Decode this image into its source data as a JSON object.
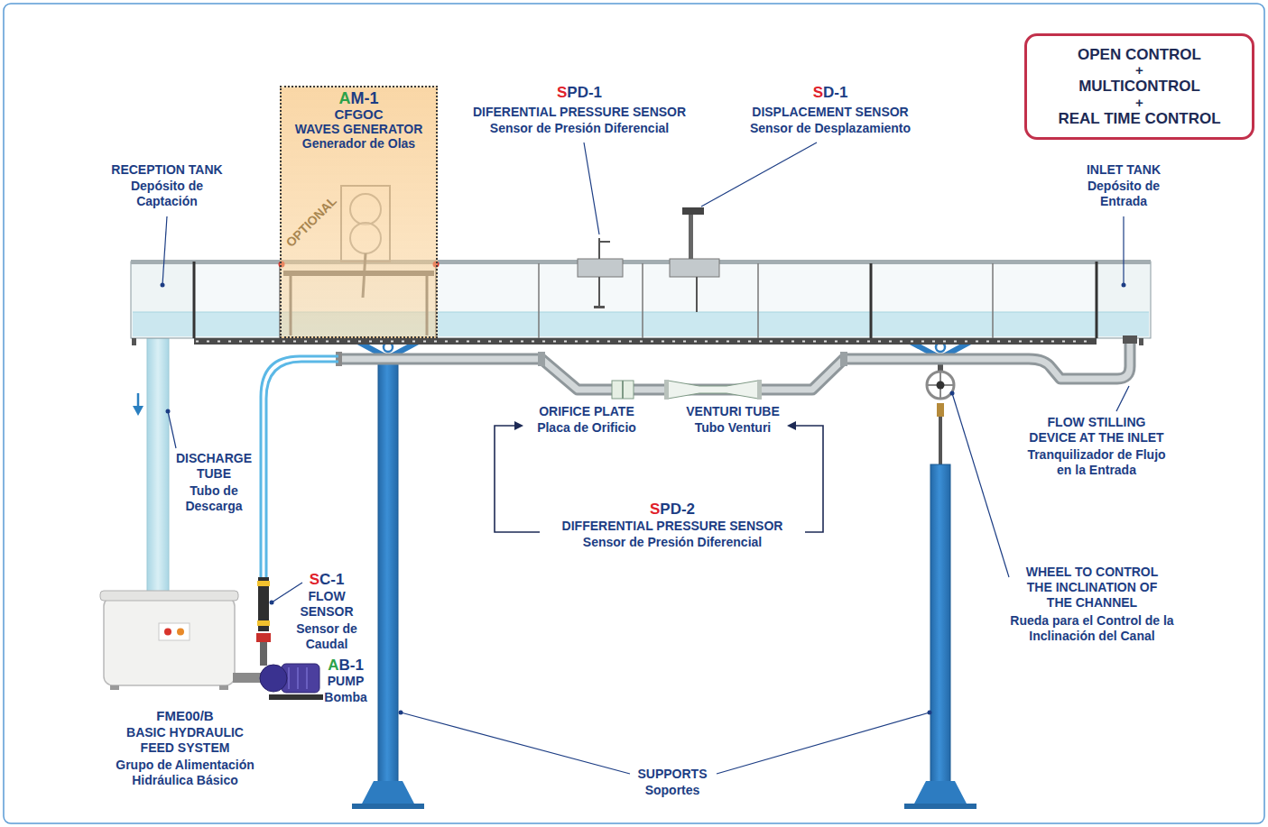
{
  "diagram": {
    "nodes": [
      {
        "text": [
          "AM-1",
          "CFGOC",
          "WAVES GENERATOR",
          "Generador de Olas"
        ]
      },
      {
        "text": [
          "OPEN CONTROL",
          "+",
          "MULTICONTROL",
          "+",
          "REAL TIME CONTROL"
        ]
      }
    ],
    "labels": [
      "RECEPTION TANK",
      "Depósito de Captación",
      "SPD-1",
      "DIFERENTIAL PRESSURE SENSOR",
      "Sensor de Presión Diferencial",
      "SD-1",
      "DISPLACEMENT SENSOR",
      "Sensor de Desplazamiento",
      "INLET TANK",
      "Depósito de Entrada",
      "OPTIONAL",
      "DISCHARGE TUBE",
      "Tubo de Descarga",
      "ORIFICE PLATE",
      "Placa de Orificio",
      "VENTURI TUBE",
      "Tubo Venturi",
      "SPD-2",
      "DIFFERENTIAL PRESSURE SENSOR",
      "Sensor de Presión Diferencial",
      "FLOW STILLING DEVICE AT THE INLET",
      "Tranquilizador de Flujo en la Entrada",
      "SC-1",
      "FLOW SENSOR",
      "Sensor de Caudal",
      "AB-1",
      "PUMP",
      "Bomba",
      "WHEEL TO CONTROL THE INCLINATION OF THE CHANNEL",
      "Rueda para el Control de la Inclinación del Canal",
      "FME00/B",
      "BASIC HYDRAULIC FEED SYSTEM",
      "Grupo de Alimentación Hidráulica Básico",
      "SUPPORTS",
      "Soportes"
    ]
  }
}
